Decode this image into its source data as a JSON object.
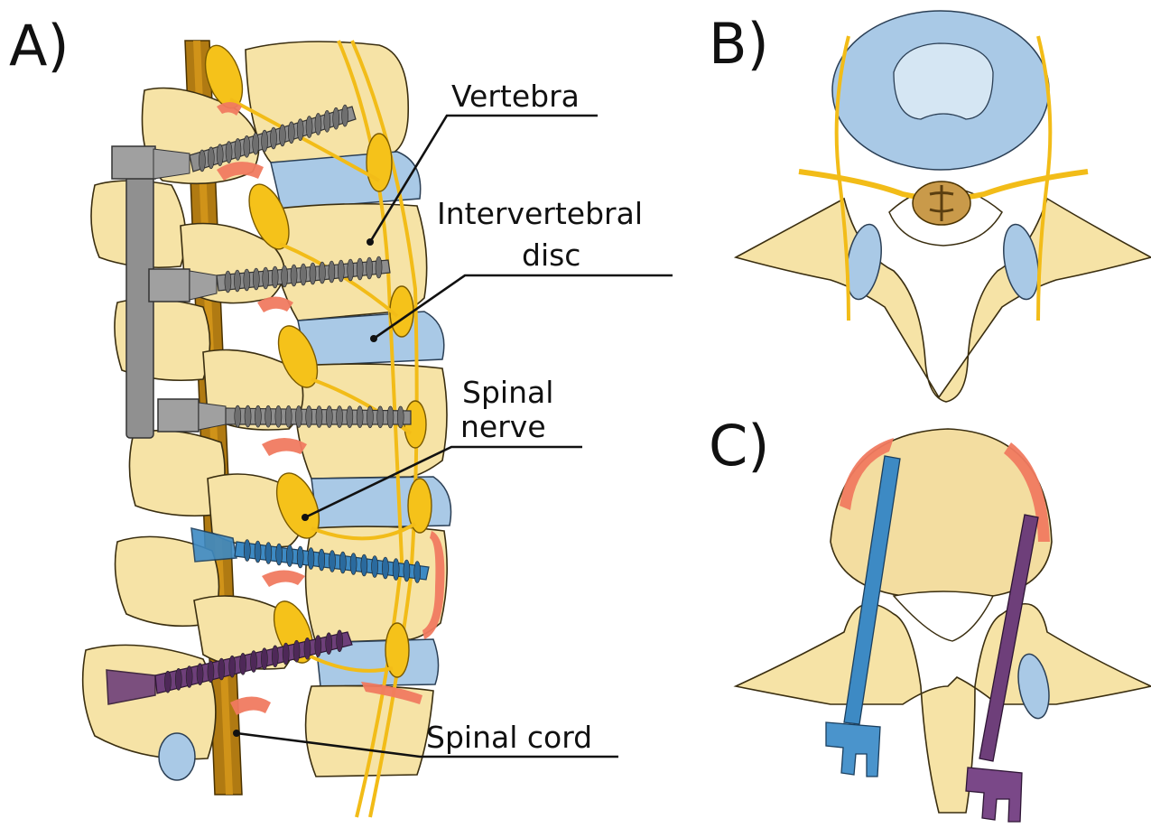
{
  "panels": {
    "a": {
      "label": "A)"
    },
    "b": {
      "label": "B)"
    },
    "c": {
      "label": "C)"
    }
  },
  "labels": {
    "vertebra": "Vertebra",
    "disc_line1": "Intervertebral",
    "disc_line2": "disc",
    "nerve_line1": "Spinal",
    "nerve_line2": "nerve",
    "cord": "Spinal cord"
  },
  "colors": {
    "bone": "#f6e3a6",
    "disc": "#a9c9e6",
    "nerve": "#f5c21a",
    "screw_gray": "#8e8e8e",
    "screw_blue": "#3d8ac4",
    "screw_purple": "#6e3f7a",
    "cortex_breach": "#f07a60"
  }
}
